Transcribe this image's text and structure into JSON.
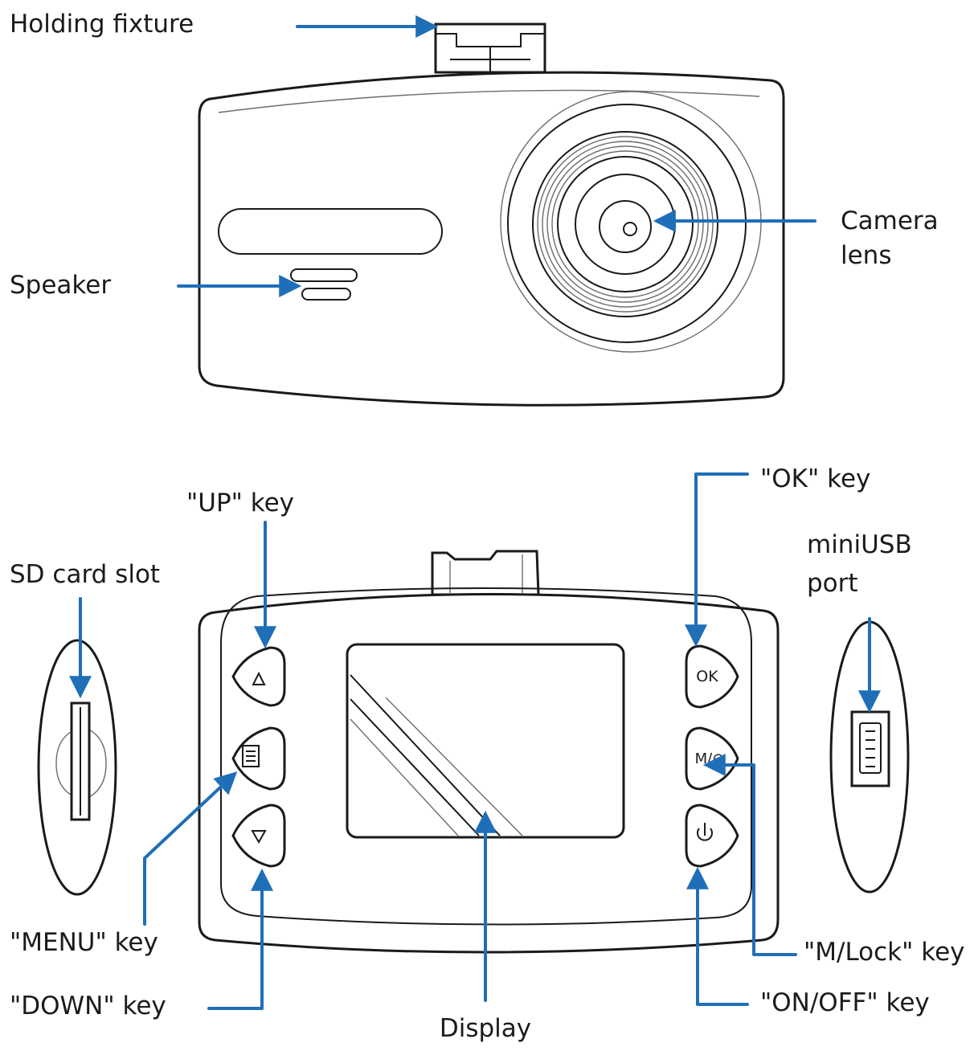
{
  "colors": {
    "arrow": "#1f6fb8",
    "line": "#1a1a1a",
    "background": "#ffffff"
  },
  "front_view": {
    "labels": {
      "holding_fixture": "Holding fixture",
      "speaker": "Speaker",
      "camera_lens_line1": "Camera",
      "camera_lens_line2": "lens"
    }
  },
  "back_view": {
    "labels": {
      "up_key": "\"UP\" key",
      "ok_key": "\"OK\" key",
      "sd_card_slot": "SD card slot",
      "miniusb_port_line1": "miniUSB",
      "miniusb_port_line2": "port",
      "menu_key": "\"MENU\" key",
      "down_key": "\"DOWN\" key",
      "display": "Display",
      "m_lock_key": "\"M/Lock\" key",
      "on_off_key": "\"ON/OFF\" key"
    },
    "button_glyphs": {
      "ok": "OK",
      "mode": "M/⊖"
    }
  },
  "icons": {
    "up_key": "triangle-up-icon",
    "down_key": "triangle-down-icon",
    "menu_key": "menu-list-icon",
    "power_key": "power-icon"
  }
}
